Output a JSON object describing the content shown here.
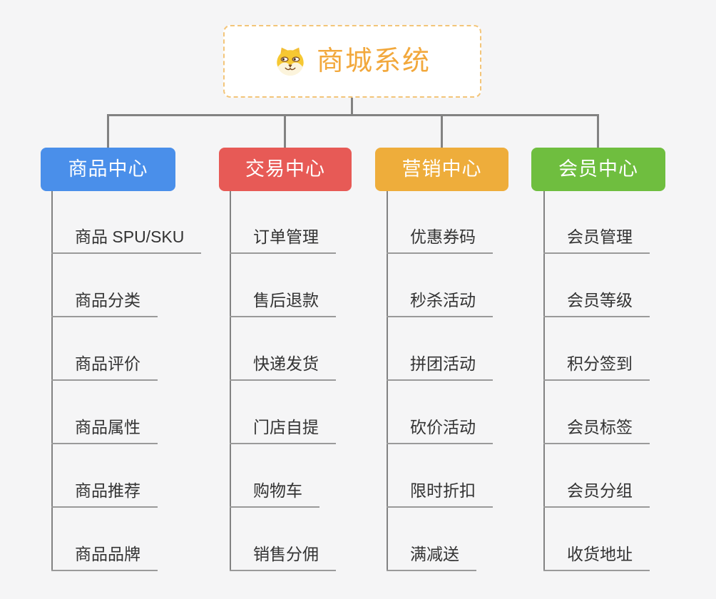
{
  "root": {
    "title": "商城系统",
    "icon": "shiba-dog-icon"
  },
  "colors": {
    "background": "#f5f5f6",
    "connector": "#828282",
    "underline": "#9a9a9a",
    "root_border": "#f3c579",
    "root_text": "#f2a83c",
    "leaf_text": "#333333"
  },
  "branches": [
    {
      "label": "商品中心",
      "color": "#4a8fea",
      "children": [
        "商品 SPU/SKU",
        "商品分类",
        "商品评价",
        "商品属性",
        "商品推荐",
        "商品品牌"
      ]
    },
    {
      "label": "交易中心",
      "color": "#e75a56",
      "children": [
        "订单管理",
        "售后退款",
        "快递发货",
        "门店自提",
        "购物车",
        "销售分佣"
      ]
    },
    {
      "label": "营销中心",
      "color": "#eead3b",
      "children": [
        "优惠券码",
        "秒杀活动",
        "拼团活动",
        "砍价活动",
        "限时折扣",
        "满减送"
      ]
    },
    {
      "label": "会员中心",
      "color": "#6fbe3f",
      "children": [
        "会员管理",
        "会员等级",
        "积分签到",
        "会员标签",
        "会员分组",
        "收货地址"
      ]
    }
  ]
}
